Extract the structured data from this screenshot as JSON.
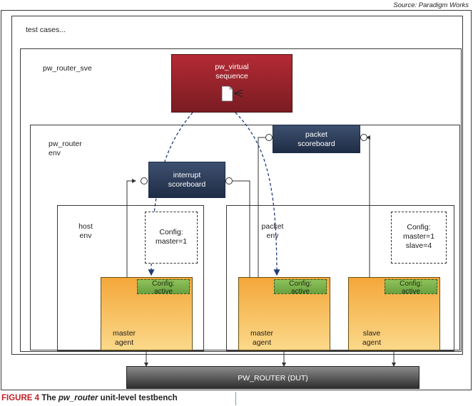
{
  "source": "Source: Paradigm Works",
  "containers": {
    "test_cases": "test cases...",
    "sve": "pw_router_sve",
    "env": "pw_router\nenv",
    "host_env": "host\nenv",
    "packet_env": "packet\nenv"
  },
  "sequence": {
    "label": "pw_virtual\nsequence"
  },
  "scoreboards": {
    "packet": "packet\nscoreboard",
    "interrupt": "interrupt\nscoreboard"
  },
  "configs": {
    "host": "Config:\nmaster=1",
    "packet": "Config:\nmaster=1\nslave=4",
    "active": "Config:\nactive"
  },
  "agents": {
    "host_master": "master\nagent",
    "packet_master": "master\nagent",
    "packet_slave": "slave\nagent"
  },
  "dut": {
    "label": "PW_ROUTER (DUT)"
  },
  "caption": {
    "figure": "FIGURE 4",
    "pre": " The ",
    "italic": "pw_router",
    "post": " unit-level testbench"
  },
  "colors": {
    "sequence": "#a02530",
    "scoreboard": "#2c3b58",
    "agent": "#f6b450",
    "config_active": "#7fb24e",
    "dut": "#555555",
    "caption_accent": "#c0202a"
  }
}
